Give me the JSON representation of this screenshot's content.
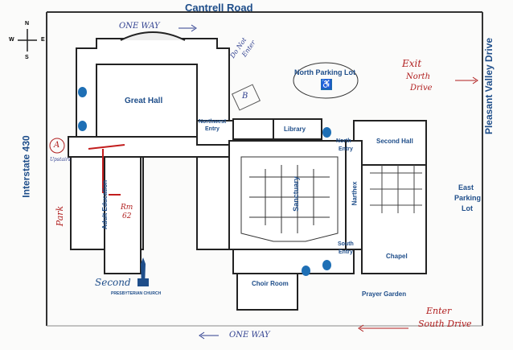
{
  "roads": {
    "north": "Cantrell Road",
    "west": "Interstate 430",
    "east": "Pleasant Valley Drive"
  },
  "compass": {
    "n": "N",
    "s": "S",
    "e": "E",
    "w": "W"
  },
  "rooms": {
    "great_hall": "Great Hall",
    "northwest_entry_1": "Northwest",
    "northwest_entry_2": "Entry",
    "library": "Library",
    "north_entry_1": "North",
    "north_entry_2": "Entry",
    "second_hall": "Second Hall",
    "sanctuary": "Sanctuary",
    "narthex": "Narthex",
    "chapel": "Chapel",
    "south_entry_1": "South",
    "south_entry_2": "Entry",
    "choir_room": "Choir Room",
    "prayer_garden": "Prayer Garden",
    "adult_education": "Adult Education",
    "north_parking_lot": "North Parking Lot",
    "east_parking_1": "East",
    "east_parking_2": "Parking",
    "east_parking_3": "Lot"
  },
  "logo": {
    "word": "Second",
    "sub": "PRESBYTERIAN CHURCH"
  },
  "annotations": {
    "one_way_top": "ONE WAY",
    "one_way_bottom": "ONE WAY",
    "do_not_enter_1": "Do Not",
    "do_not_enter_2": "Enter",
    "exit_1": "Exit",
    "exit_2": "North",
    "exit_3": "Drive",
    "enter_1": "Enter",
    "enter_2": "South Drive",
    "marker_a": "A",
    "marker_b": "B",
    "upstairs": "Upstairs",
    "park": "Park",
    "rm_1": "Rm",
    "rm_2": "62"
  },
  "colors": {
    "road_blue": "#1f4e8a",
    "annotation_red": "#b01e1e",
    "annotation_blue": "#2f3f8f",
    "restroom_blue": "#1e6fb5"
  },
  "icons": [
    "compass-icon",
    "restroom-icon",
    "accessible-parking-icon",
    "church-logo-icon"
  ]
}
